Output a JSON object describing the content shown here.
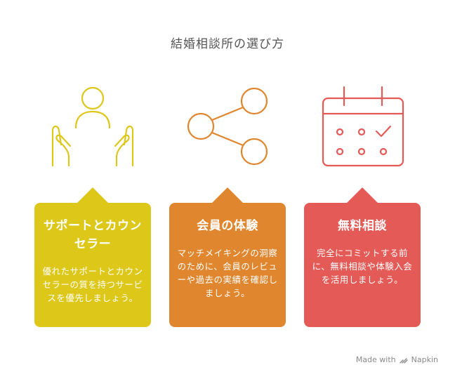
{
  "title": "結婚相談所の選び方",
  "cards": [
    {
      "icon": "hands-person-icon",
      "color": "#DDC719",
      "title": "サポートとカウンセラー",
      "description": "優れたサポートとカウンセラーの質を持つサービスを優先しましょう。"
    },
    {
      "icon": "share-icon",
      "color": "#E0862E",
      "title": "会員の体験",
      "description": "マッチメイキングの洞察のために、会員のレビューや過去の実績を確認しましょう。"
    },
    {
      "icon": "calendar-icon",
      "color": "#E35A56",
      "title": "無料相談",
      "description": "完全にコミットする前に、無料相談や体験入会を活用しましょう。"
    }
  ],
  "footer": {
    "made_with": "Made with",
    "brand": "Napkin"
  }
}
